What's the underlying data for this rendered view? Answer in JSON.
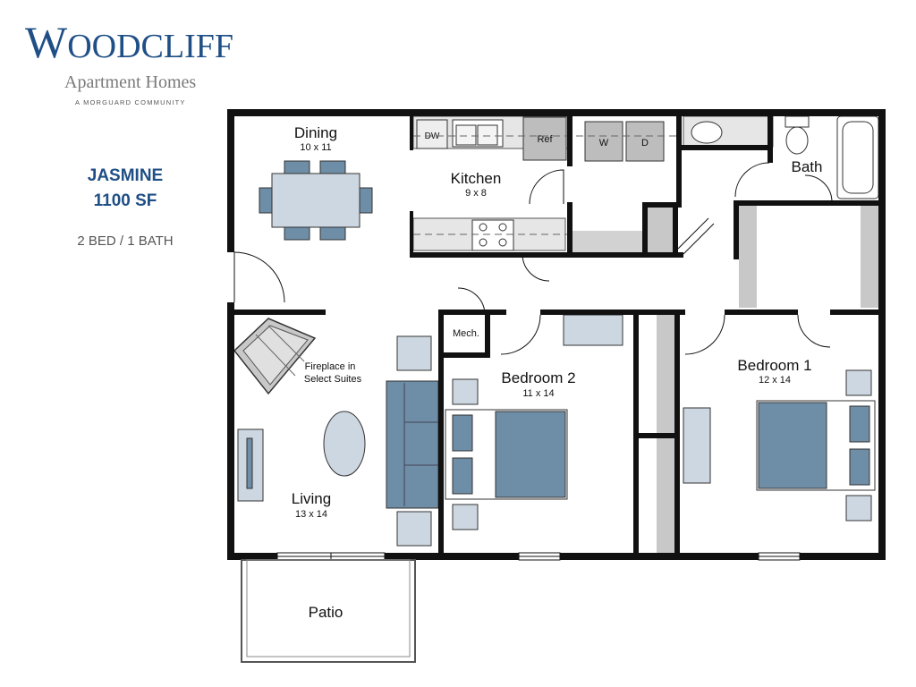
{
  "brand": {
    "name_first": "W",
    "name_rest": "OODCLIFF",
    "subtitle": "Apartment Homes",
    "tagline": "A MORGUARD COMMUNITY"
  },
  "unit": {
    "name": "JASMINE",
    "size": "1100 SF",
    "beds_baths": "2 BED / 1 BATH"
  },
  "rooms": {
    "dining": {
      "name": "Dining",
      "dims": "10 x 11"
    },
    "kitchen": {
      "name": "Kitchen",
      "dims": "9 x 8"
    },
    "bath": {
      "name": "Bath"
    },
    "bedroom2": {
      "name": "Bedroom 2",
      "dims": "11 x 14"
    },
    "bedroom1": {
      "name": "Bedroom 1",
      "dims": "12 x 14"
    },
    "living": {
      "name": "Living",
      "dims": "13 x 14"
    },
    "patio": {
      "name": "Patio"
    },
    "mech": {
      "name": "Mech."
    }
  },
  "notes": {
    "fireplace_line1": "Fireplace in",
    "fireplace_line2": "Select Suites"
  },
  "appliances": {
    "dishwasher": "DW",
    "refrigerator": "Ref",
    "washer": "W",
    "dryer": "D"
  },
  "colors": {
    "brand_blue": "#1f4f86",
    "furniture_blue": "#6e8da6",
    "furniture_light": "#cdd7e1",
    "closet_gray": "#c8c8c8",
    "wall": "#111111"
  }
}
